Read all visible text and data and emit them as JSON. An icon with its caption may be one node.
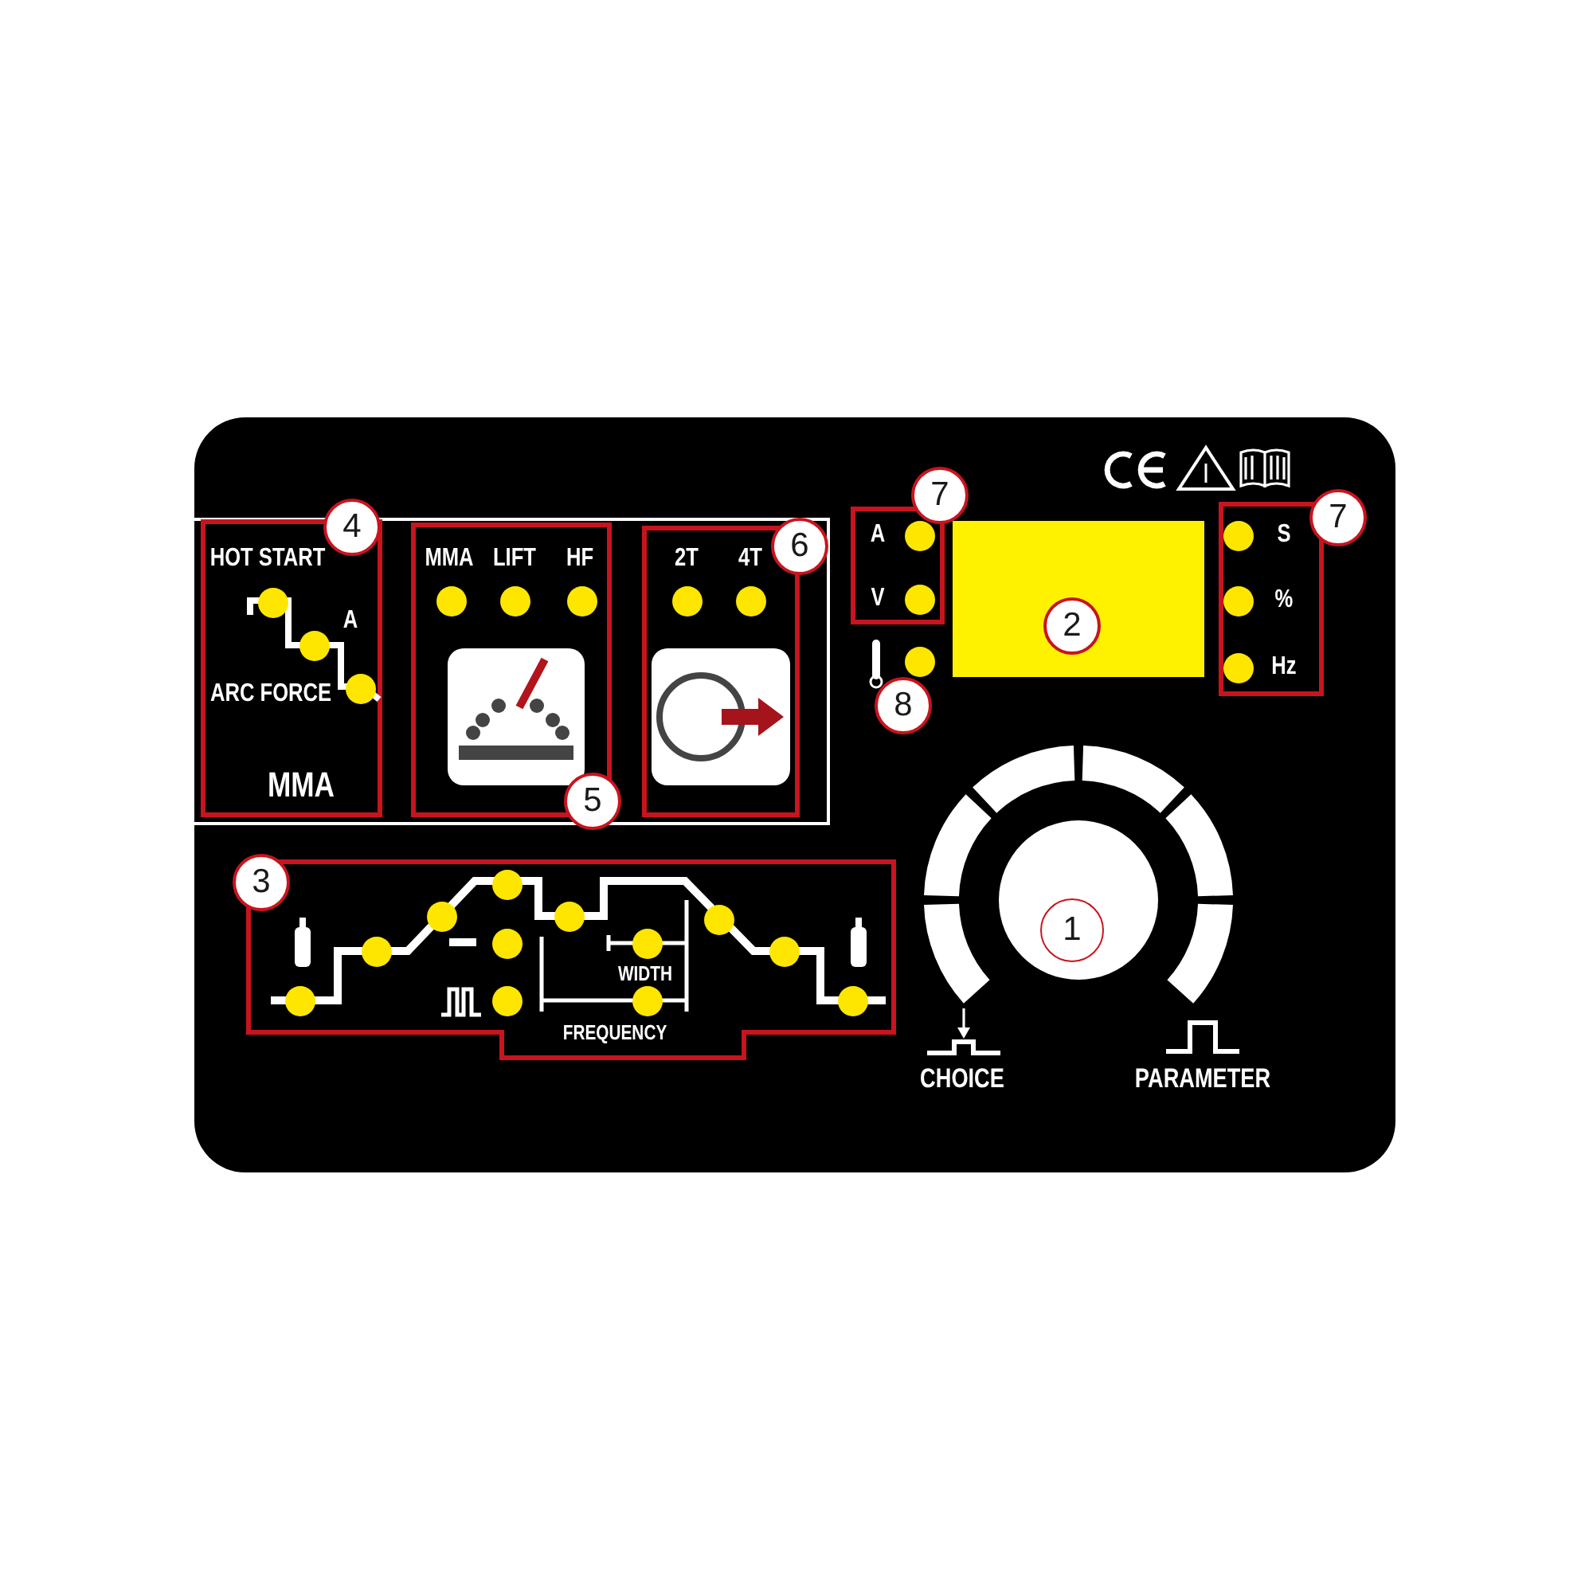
{
  "diagram": {
    "nodes": [
      {
        "text": [
          "HOT START",
          "A",
          "ARC FORCE",
          "MMA"
        ]
      },
      {
        "text": [
          "MMA",
          "LIFT",
          "HF"
        ]
      },
      {
        "text": [
          "2T",
          "4T"
        ]
      },
      {
        "text": [
          "A",
          "V"
        ]
      },
      {
        "text": [
          "S",
          "%",
          "Hz"
        ]
      },
      {
        "text": [
          "WIDTH",
          "FREQUENCY"
        ]
      }
    ],
    "labels": [
      "7",
      "7",
      "4",
      "6",
      "2",
      "8",
      "5",
      "3",
      "1",
      "CHOICE",
      "PARAMETER"
    ]
  }
}
